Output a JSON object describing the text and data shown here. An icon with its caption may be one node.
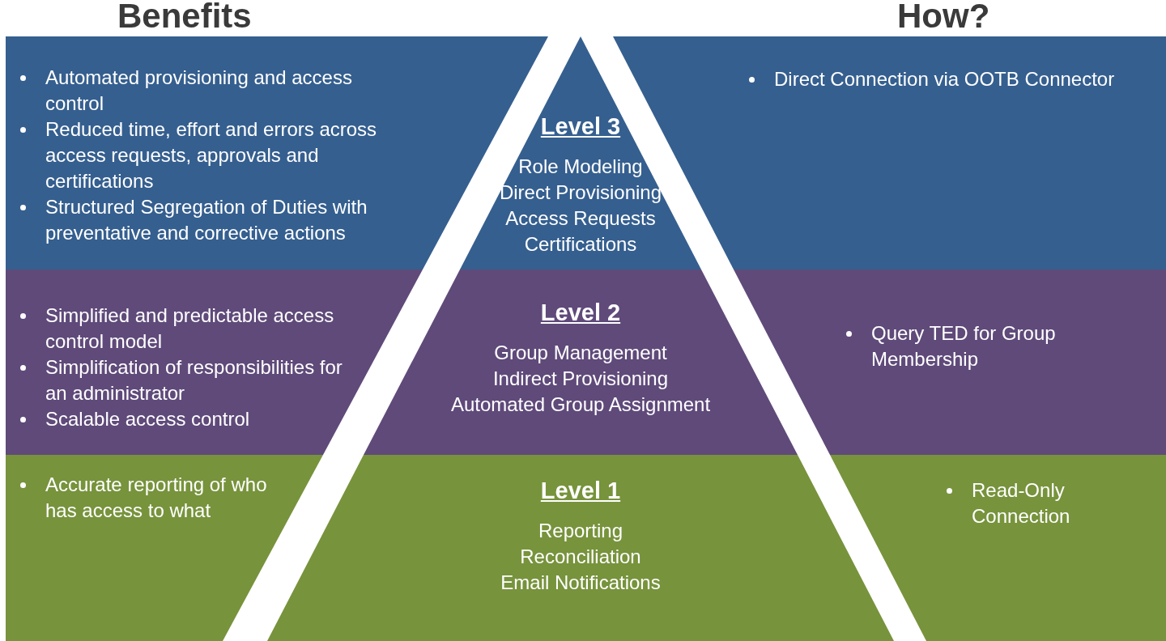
{
  "diagram": {
    "nodes": [
      {
        "text": [
          "Automated provisioning and access control",
          "Reduced time, effort and errors across access requests, approvals and certifications",
          "Structured Segregation of Duties with preventative and corrective actions"
        ]
      },
      {
        "text": [
          "Level 3",
          "Role Modeling",
          "Direct Provisioning",
          "Access Requests",
          "Certifications"
        ]
      },
      {
        "text": [
          "Direct Connection via OOTB Connector"
        ]
      },
      {
        "text": [
          "Simplified and predictable access control model",
          "Simplification of responsibilities for an administrator",
          "Scalable access control"
        ]
      },
      {
        "text": [
          "Level 2",
          "Group Management",
          "Indirect Provisioning",
          "Automated Group Assignment"
        ]
      },
      {
        "text": [
          "Query TED for Group Membership"
        ]
      },
      {
        "text": [
          "Accurate reporting of who has access to what"
        ]
      },
      {
        "text": [
          "Level 1",
          "Reporting",
          "Reconciliation",
          "Email Notifications"
        ]
      },
      {
        "text": [
          "Read-Only Connection"
        ]
      }
    ],
    "labels": [
      "Benefits",
      "How?"
    ]
  }
}
